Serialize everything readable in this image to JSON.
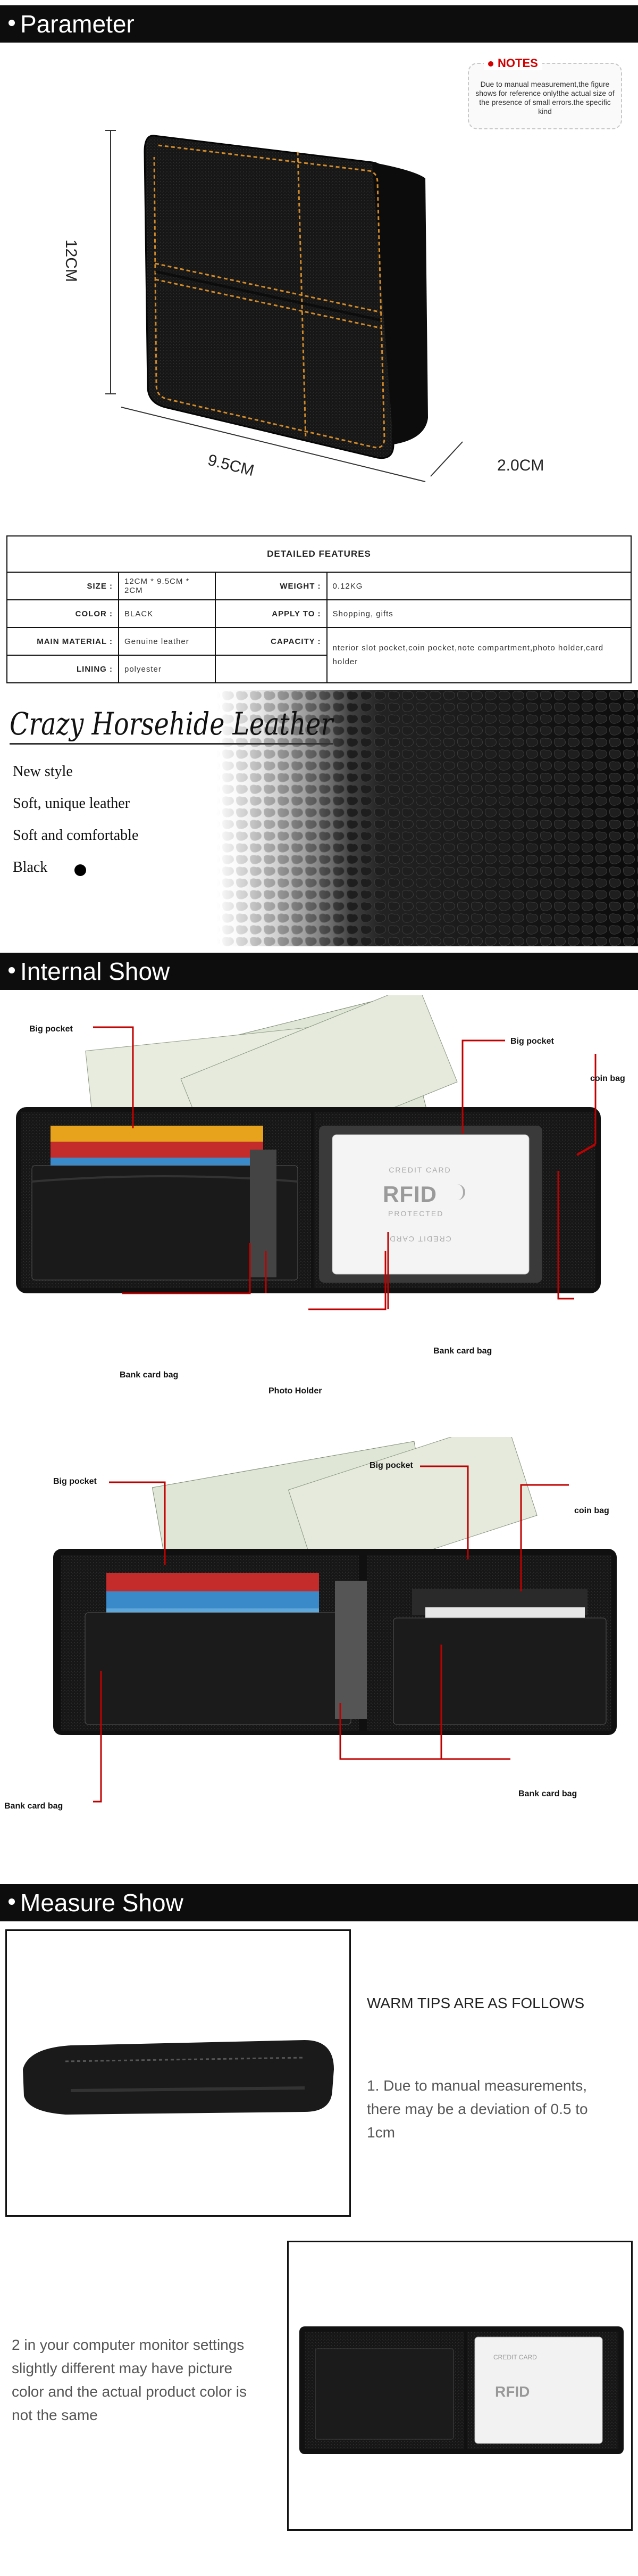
{
  "sections": {
    "parameter": "Parameter",
    "internal_show": "Internal Show",
    "measure_show": "Measure Show"
  },
  "notes": {
    "title": "NOTES",
    "body": "Due to manual measurement,the figure shows for reference only!the actual size of the presence of small errors.the specific kind"
  },
  "dimensions": {
    "height": "12CM",
    "width": "9.5CM",
    "depth": "2.0CM"
  },
  "features": {
    "header": "DETAILED FEATURES",
    "rows": [
      {
        "k1": "SIZE :",
        "v1": "12CM * 9.5CM * 2CM",
        "k2": "WEIGHT :",
        "v2": "0.12KG"
      },
      {
        "k1": "COLOR :",
        "v1": "BLACK",
        "k2": "APPLY TO :",
        "v2": "Shopping, gifts"
      },
      {
        "k1": "MAIN MATERIAL :",
        "v1": "Genuine leather",
        "k2": "CAPACITY :",
        "v2": "nterior slot pocket,coin pocket,note compartment,photo holder,card holder"
      },
      {
        "k1": "LINING :",
        "v1": "polyester"
      }
    ]
  },
  "leather": {
    "title": "Crazy Horsehide Leather",
    "lines": [
      "New style",
      "Soft, unique leather",
      "Soft and comfortable",
      "Black"
    ]
  },
  "internal1": {
    "big_pocket_left": "Big pocket",
    "big_pocket_right": "Big pocket",
    "coin_bag": "coin bag",
    "bank_card_bag_left": "Bank card bag",
    "bank_card_bag_right": "Bank card bag",
    "photo_holder": "Photo Holder",
    "rfid_title": "RFID",
    "rfid_sub": "PROTECTED",
    "credit_card": "CREDIT CARD"
  },
  "internal2": {
    "big_pocket_left": "Big pocket",
    "big_pocket_right": "Big pocket",
    "coin_bag": "coin bag",
    "bank_card_bag_left": "Bank card bag",
    "bank_card_bag_right": "Bank card bag"
  },
  "measure": {
    "tips_title": "WARM TIPS ARE AS FOLLOWS",
    "tip1": "1. Due to manual measurements, there may be a deviation of 0.5 to 1cm",
    "tip2": "2 in your computer monitor settings slightly different may have picture color and the actual product color is not the same"
  },
  "colors": {
    "accent": "#c00000",
    "stitch": "#d08a2a",
    "leather": "#141414"
  }
}
